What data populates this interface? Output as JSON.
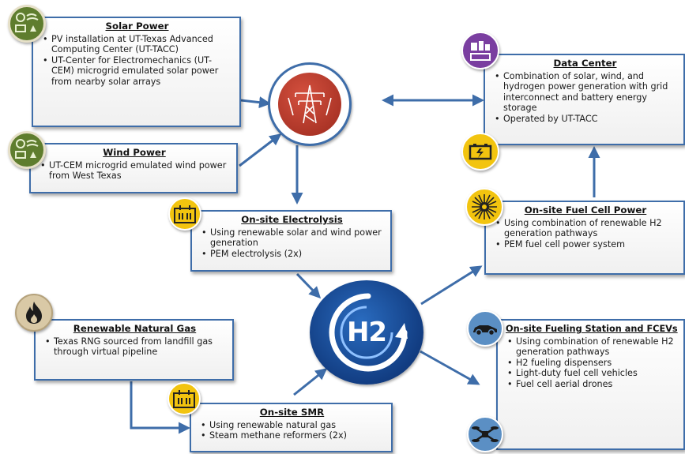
{
  "solar": {
    "title": "Solar Power",
    "bullets": [
      "PV installation at UT-Texas Advanced Computing Center (UT-TACC)",
      "UT-Center for Electromechanics (UT-CEM) microgrid emulated solar power from nearby solar arrays"
    ]
  },
  "wind": {
    "title": "Wind Power",
    "bullets": [
      "UT-CEM microgrid emulated wind power from West Texas"
    ]
  },
  "electrolysis": {
    "title": "On-site Electrolysis",
    "bullets": [
      "Using renewable solar and wind power generation",
      "PEM electrolysis (2x)"
    ]
  },
  "rng": {
    "title": "Renewable Natural Gas",
    "bullets": [
      "Texas RNG sourced from landfill gas through virtual pipeline"
    ]
  },
  "smr": {
    "title": "On-site SMR",
    "bullets": [
      "Using renewable natural gas",
      "Steam methane reformers (2x)"
    ]
  },
  "datacenter": {
    "title": "Data Center",
    "bullets": [
      "Combination of solar, wind, and hydrogen power generation with grid interconnect and battery energy storage",
      "Operated by UT-TACC"
    ]
  },
  "fuelcell": {
    "title": "On-site Fuel Cell Power",
    "bullets": [
      "Using combination of renewable H2 generation pathways",
      "PEM fuel cell power system"
    ]
  },
  "fueling": {
    "title": "On-site Fueling Station and FCEVs",
    "bullets": [
      "Using combination of renewable H2 generation pathways",
      "H2 fueling dispensers",
      "Light-duty fuel cell vehicles",
      "Fuel cell aerial drones"
    ]
  },
  "hub": {
    "label": "H2"
  },
  "colors": {
    "border": "#3e6da9",
    "arrow": "#3e6da9",
    "grid_red": "#b73a2b",
    "hub_blue": "#1a4f9c",
    "green_icon": "#5f7d2e",
    "yellow_icon": "#f2c40f",
    "purple_icon": "#7a3ea0",
    "tan_icon": "#d9c9a6",
    "car_icon": "#5b8fc4"
  },
  "icons": [
    "solar-wind-icon",
    "wind-solar-icon",
    "power-tower-icon",
    "electrolyzer-icon",
    "flame-icon",
    "smr-icon",
    "h2-hub-icon",
    "datacenter-icon",
    "battery-icon",
    "fuel-cell-icon",
    "car-icon",
    "drone-icon"
  ]
}
